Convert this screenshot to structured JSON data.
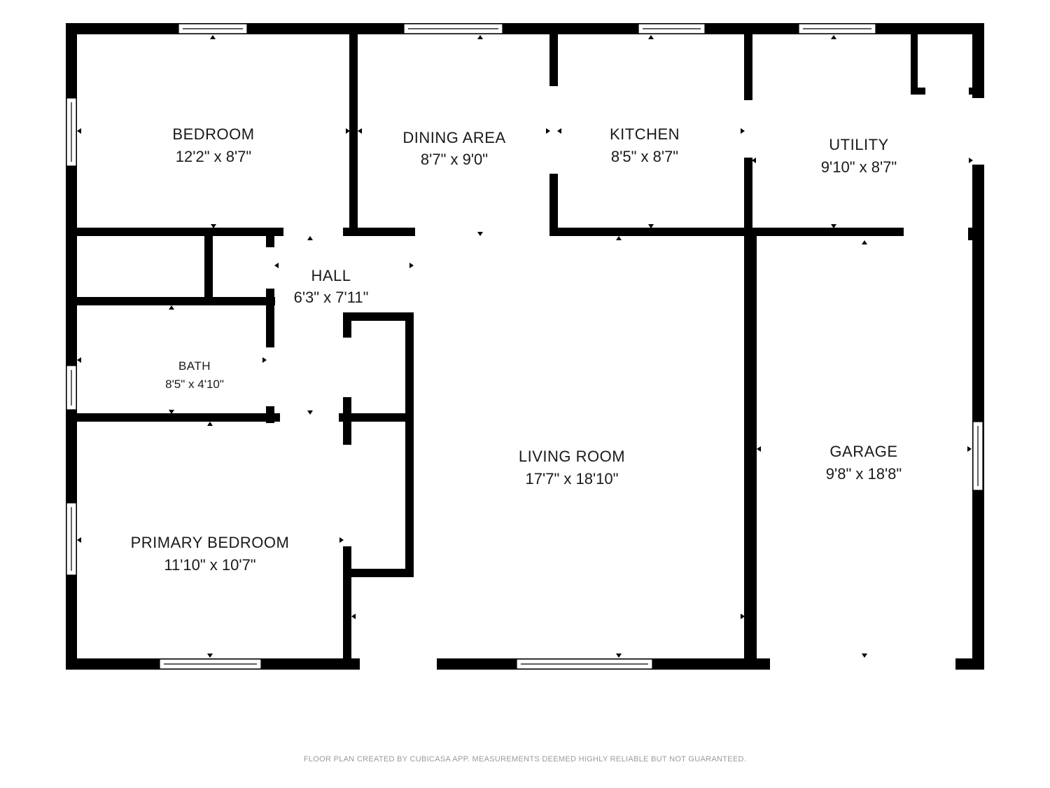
{
  "rooms": {
    "bedroom": {
      "name": "BEDROOM",
      "dims": "12'2\" x 8'7\""
    },
    "dining": {
      "name": "DINING AREA",
      "dims": "8'7\" x 9'0\""
    },
    "kitchen": {
      "name": "KITCHEN",
      "dims": "8'5\" x 8'7\""
    },
    "utility": {
      "name": "UTILITY",
      "dims": "9'10\" x 8'7\""
    },
    "hall": {
      "name": "HALL",
      "dims": "6'3\" x 7'11\""
    },
    "bath": {
      "name": "BATH",
      "dims": "8'5\" x 4'10\""
    },
    "living": {
      "name": "LIVING ROOM",
      "dims": "17'7\" x 18'10\""
    },
    "garage": {
      "name": "GARAGE",
      "dims": "9'8\" x 18'8\""
    },
    "primary": {
      "name": "PRIMARY BEDROOM",
      "dims": "11'10\" x 10'7\""
    }
  },
  "footer": {
    "text": "FLOOR PLAN CREATED BY CUBICASA APP. MEASUREMENTS DEEMED HIGHLY RELIABLE BUT NOT GUARANTEED."
  },
  "colors": {
    "wall": "#000000",
    "background": "#ffffff",
    "footer_text": "#9a9a9a"
  }
}
